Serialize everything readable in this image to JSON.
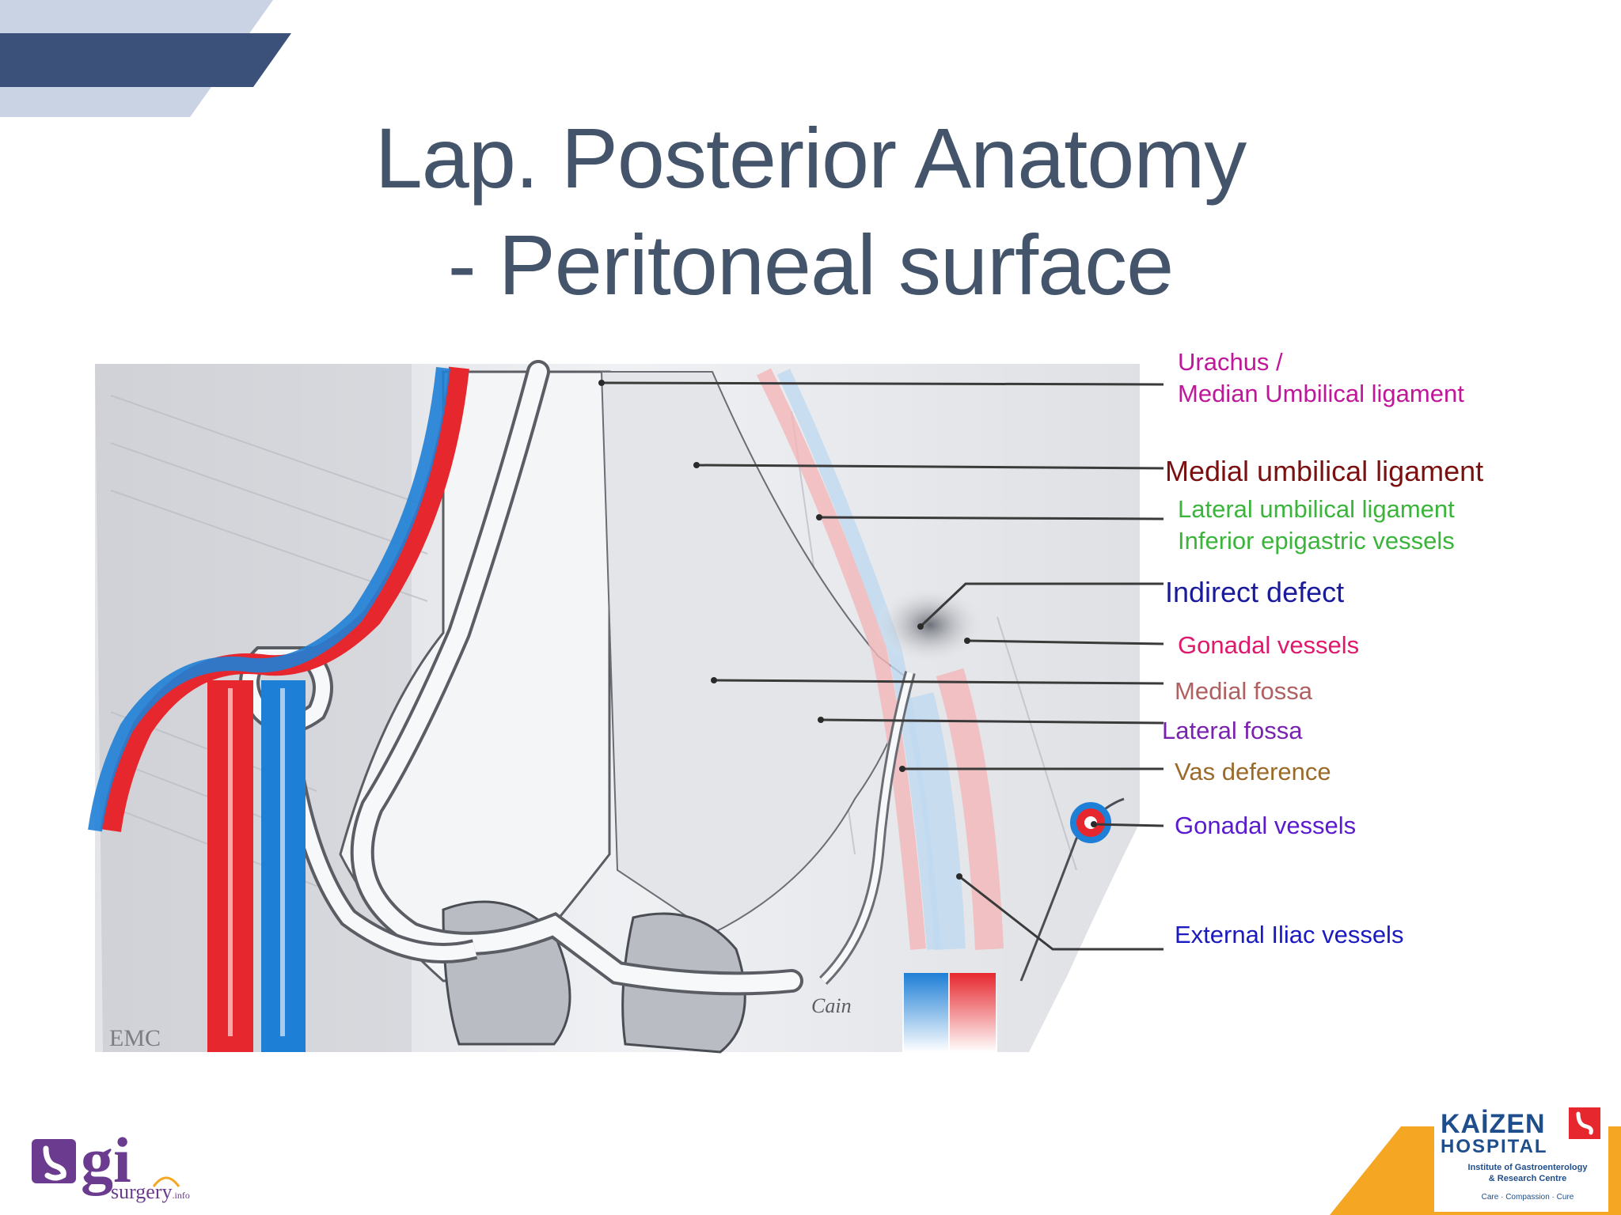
{
  "title": {
    "line1": "Lap. Posterior Anatomy",
    "line2": "- Peritoneal surface"
  },
  "labels": [
    {
      "id": "urachus",
      "lines": [
        "Urachus /",
        "Median Umbilical ligament"
      ],
      "color": "#c0169a"
    },
    {
      "id": "medial-umbilical-ligament",
      "lines": [
        "Medial umbilical ligament"
      ],
      "color": "#7a1010"
    },
    {
      "id": "lateral-umbilical-ligament",
      "lines": [
        "Lateral umbilical ligament",
        "Inferior epigastric vessels"
      ],
      "color": "#3bb43b"
    },
    {
      "id": "indirect-defect",
      "lines": [
        "Indirect defect"
      ],
      "color": "#1a1a9c"
    },
    {
      "id": "gonadal-vessels-upper",
      "lines": [
        "Gonadal vessels"
      ],
      "color": "#e0186c"
    },
    {
      "id": "medial-fossa",
      "lines": [
        "Medial fossa"
      ],
      "color": "#b06060"
    },
    {
      "id": "lateral-fossa",
      "lines": [
        "Lateral fossa"
      ],
      "color": "#7a22b0"
    },
    {
      "id": "vas-deference",
      "lines": [
        "Vas deference"
      ],
      "color": "#9a6a2a"
    },
    {
      "id": "gonadal-vessels-lower",
      "lines": [
        "Gonadal vessels"
      ],
      "color": "#5a1ad0"
    },
    {
      "id": "external-iliac-vessels",
      "lines": [
        "External Iliac vessels"
      ],
      "color": "#1a1ac0"
    }
  ],
  "illustration": {
    "signature": "EMC",
    "artist_signature": "Cain"
  },
  "logos": {
    "gi": {
      "text": "gi",
      "sub": "surgery",
      "suffix": ".info"
    },
    "kaizen": {
      "name": "KAİZEN",
      "line2": "HOSPITAL",
      "line3": "Institute of Gastroenterology",
      "line4": "& Research Centre",
      "tagline": "Care · Compassion · Cure"
    }
  },
  "colors": {
    "title": "#44546a",
    "banner_dark": "#3b5179",
    "banner_light": "#c9d3e3",
    "artery": "#e6282e",
    "vein": "#1e7fd6",
    "kaizen_orange": "#f5a623",
    "kaizen_blue": "#1f4e8c"
  }
}
